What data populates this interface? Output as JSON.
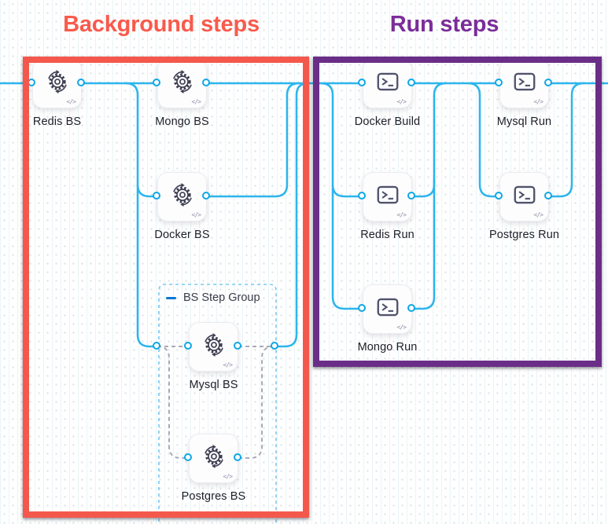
{
  "annotations": {
    "background_group": {
      "title": "Background steps",
      "title_color": "#F95A4C",
      "border_color": "#F4584C"
    },
    "run_group": {
      "title": "Run steps",
      "title_color": "#7B2D99",
      "border_color": "#6B2E88"
    }
  },
  "step_group": {
    "label": "BS Step Group",
    "collapse_icon": "minus",
    "accent_color": "#0278D5"
  },
  "nodes": [
    {
      "id": "redis-bs",
      "label": "Redis BS",
      "type": "background-step"
    },
    {
      "id": "mongo-bs",
      "label": "Mongo BS",
      "type": "background-step"
    },
    {
      "id": "docker-bs",
      "label": "Docker BS",
      "type": "background-step"
    },
    {
      "id": "mysql-bs",
      "label": "Mysql BS",
      "type": "background-step"
    },
    {
      "id": "postgres-bs",
      "label": "Postgres BS",
      "type": "background-step"
    },
    {
      "id": "docker-build",
      "label": "Docker Build",
      "type": "run-step"
    },
    {
      "id": "mysql-run",
      "label": "Mysql Run",
      "type": "run-step"
    },
    {
      "id": "redis-run",
      "label": "Redis Run",
      "type": "run-step"
    },
    {
      "id": "postgres-run",
      "label": "Postgres Run",
      "type": "run-step"
    },
    {
      "id": "mongo-run",
      "label": "Mongo Run",
      "type": "run-step"
    }
  ],
  "node_badge": "</>",
  "colors": {
    "edge": "#2CB5ED",
    "port_ring": "#0EA7E8",
    "dashed_edge": "#A9A9B7",
    "group_dashed_border": "#79C8EF",
    "icon": "#3D3E52",
    "label_text": "#1D1E28",
    "card_background": "#FDFDFE"
  }
}
